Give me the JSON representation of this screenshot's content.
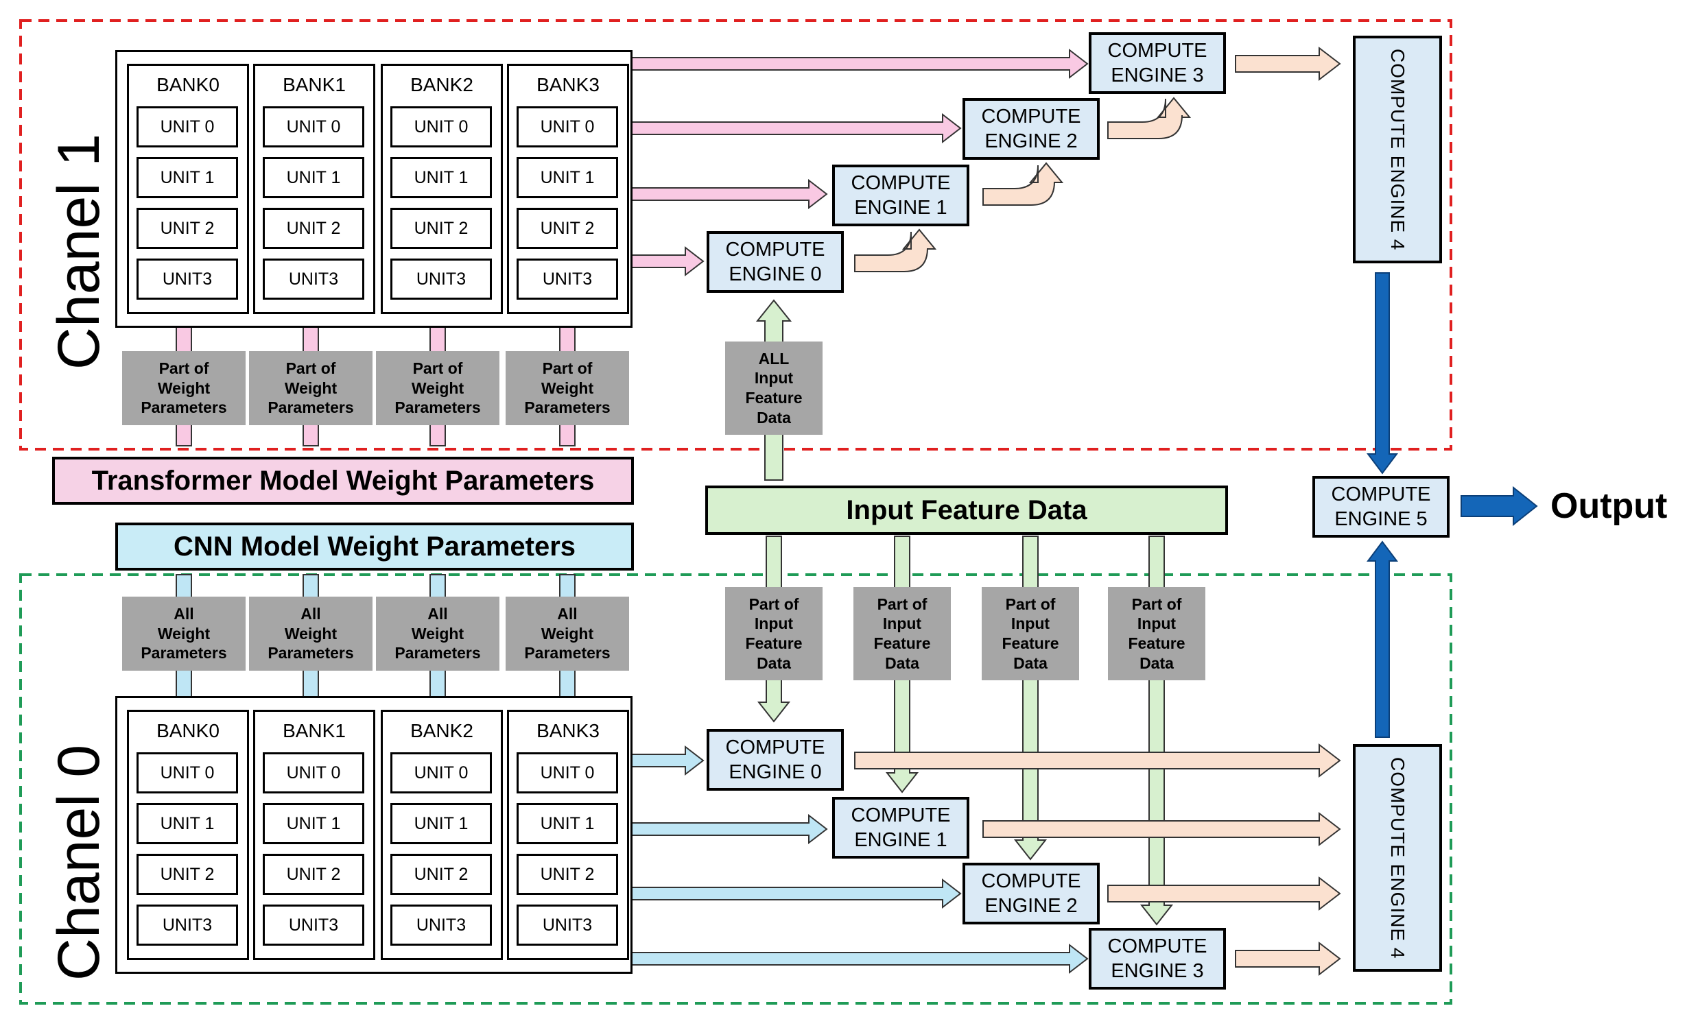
{
  "channels": {
    "ch1": {
      "label": "Chanel 1",
      "frame_color": "#e02020"
    },
    "ch0": {
      "label": "Chanel 0",
      "frame_color": "#1f9b57"
    }
  },
  "banks": {
    "ch1": [
      "BANK0",
      "BANK1",
      "BANK2",
      "BANK3"
    ],
    "ch0": [
      "BANK0",
      "BANK1",
      "BANK2",
      "BANK3"
    ]
  },
  "units": [
    "UNIT 0",
    "UNIT 1",
    "UNIT 2",
    "UNIT3"
  ],
  "compute_engines": {
    "ce0": [
      "COMPUTE",
      "ENGINE 0"
    ],
    "ce1": [
      "COMPUTE",
      "ENGINE 1"
    ],
    "ce2": [
      "COMPUTE",
      "ENGINE 2"
    ],
    "ce3": [
      "COMPUTE",
      "ENGINE 3"
    ],
    "ce4": "COMPUTE ENGINE 4",
    "ce5": [
      "COMPUTE",
      "ENGINE 5"
    ]
  },
  "weight_labels": {
    "part": [
      "Part of",
      "Weight",
      "Parameters"
    ],
    "all": [
      "All",
      "Weight",
      "Parameters"
    ]
  },
  "feature_labels": {
    "all": [
      "ALL",
      "Input",
      "Feature",
      "Data"
    ],
    "part": [
      "Part of",
      "Input",
      "Feature",
      "Data"
    ]
  },
  "banners": {
    "transformer": "Transformer Model Weight Parameters",
    "cnn": "CNN Model Weight Parameters",
    "input_feature": "Input Feature Data"
  },
  "output_label": "Output",
  "colors": {
    "pink_arrow": "#f9c9e3",
    "blue_arrow": "#bfe6f5",
    "green_arrow": "#d7f0cf",
    "peach_arrow": "#fbe1d0",
    "dark_blue_arrow": "#1466b8",
    "engine_fill": "#dbeaf6",
    "gray_label": "#a6a6a6",
    "transformer_banner": "#f6d2e6",
    "cnn_banner": "#c9ecf7",
    "input_banner": "#d7f0cf"
  }
}
